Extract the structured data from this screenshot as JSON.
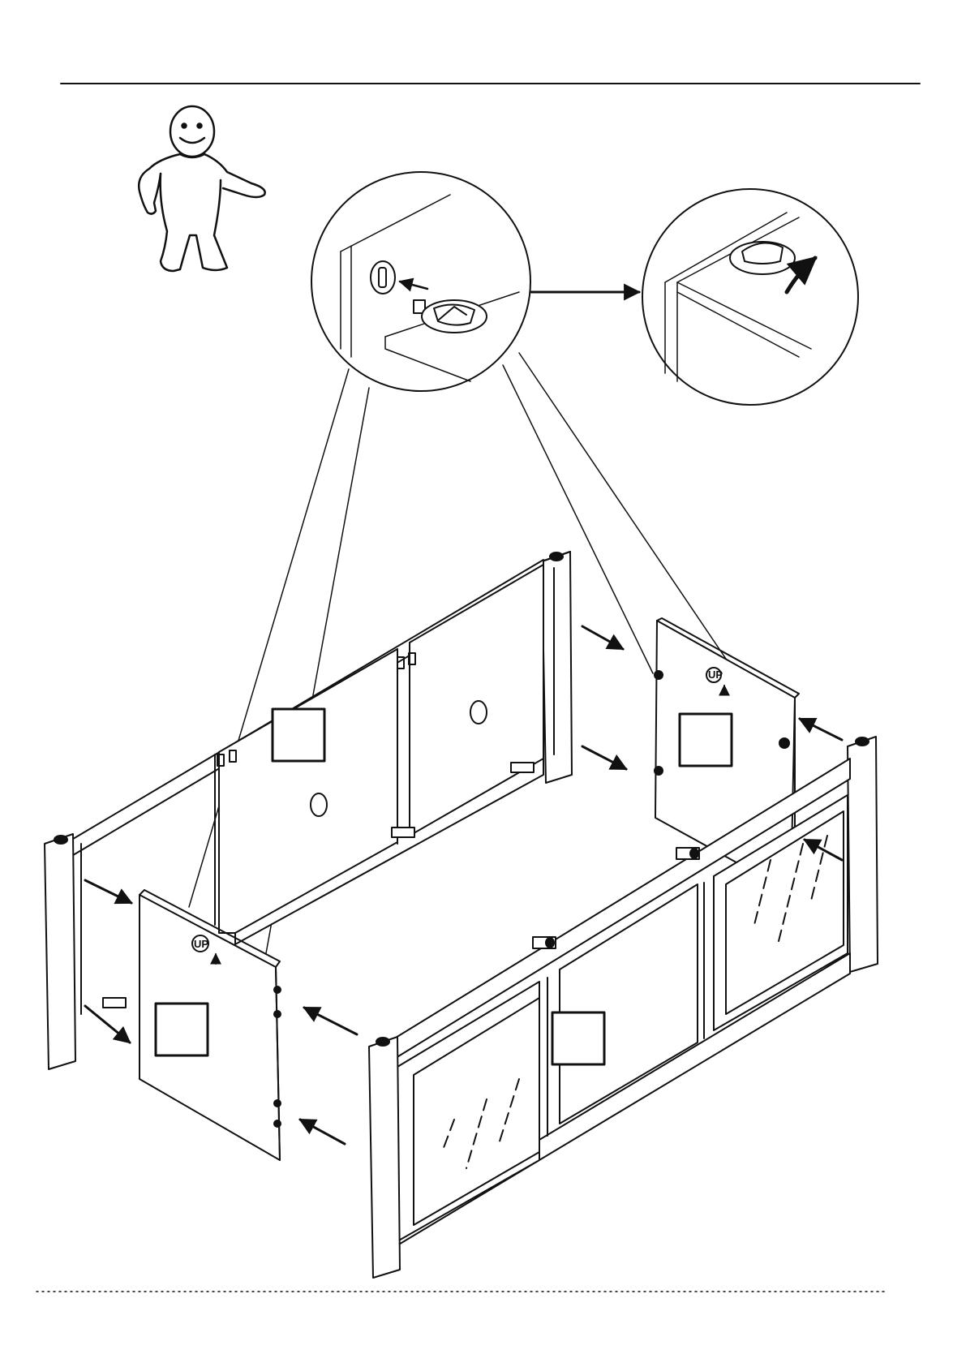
{
  "page": {
    "type": "assembly-instruction-step",
    "colors": {
      "ink": "#111111",
      "paper": "#ffffff"
    }
  },
  "figures": [
    {
      "name": "mascot-figure",
      "description_icon": "pointing-person-icon"
    },
    {
      "name": "detail-callout-insert-clip",
      "icon": "clip-insert-icon"
    },
    {
      "name": "detail-callout-rotate-clip",
      "icon": "rotate-arrow-icon"
    },
    {
      "name": "cabinet-frame-assembly"
    }
  ],
  "panel_marks": {
    "left_side_panel_text": "UP",
    "right_side_panel_text": "UP"
  }
}
